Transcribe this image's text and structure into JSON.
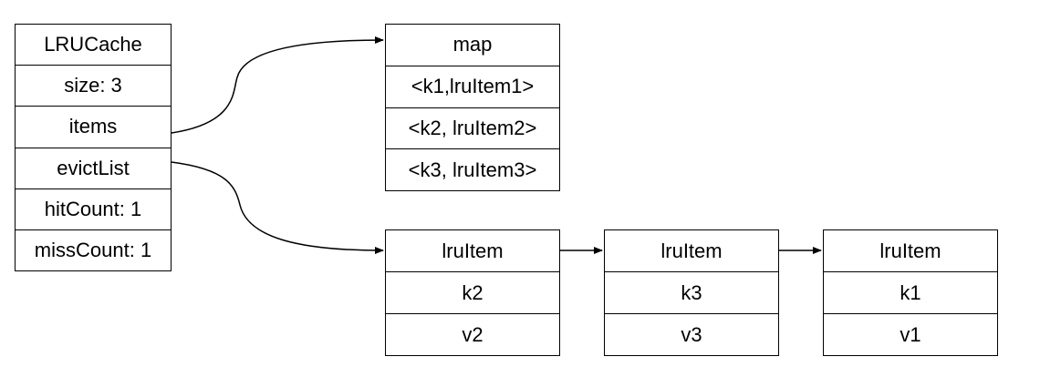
{
  "lru_cache": {
    "title": "LRUCache",
    "fields": [
      "size: 3",
      "items",
      "evictList",
      "hitCount: 1",
      "missCount: 1"
    ]
  },
  "map": {
    "title": "map",
    "entries": [
      "<k1,lruItem1>",
      "<k2, lruItem2>",
      "<k3, lruItem3>"
    ]
  },
  "evict_list": [
    {
      "title": "lruItem",
      "key": "k2",
      "value": "v2"
    },
    {
      "title": "lruItem",
      "key": "k3",
      "value": "v3"
    },
    {
      "title": "lruItem",
      "key": "k1",
      "value": "v1"
    }
  ]
}
